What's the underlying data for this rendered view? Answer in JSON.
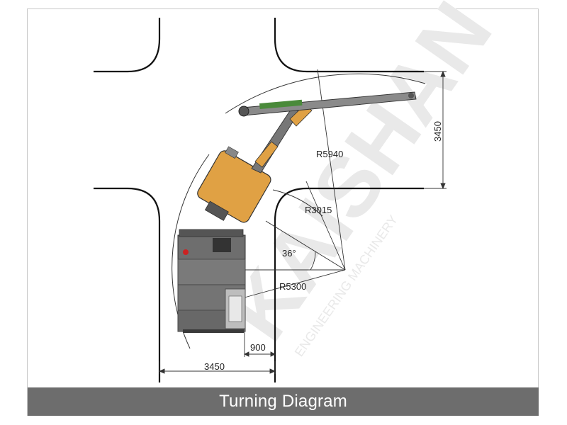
{
  "caption": "Turning Diagram",
  "watermark": {
    "brand": "KAISHAN",
    "subtitle": "ENGINEERING MACHINERY"
  },
  "dimensions": {
    "outer_radius": "R5940",
    "middle_radius": "R3015",
    "inner_radius": "R5300",
    "angle": "36°",
    "vertical_width": "3450",
    "bottom_width": "3450",
    "offset": "900"
  },
  "colors": {
    "boom_body": "#E0A144",
    "chassis": "#6e6e6e",
    "wall_line": "#111111",
    "caption_bar": "#6d6d6d"
  }
}
